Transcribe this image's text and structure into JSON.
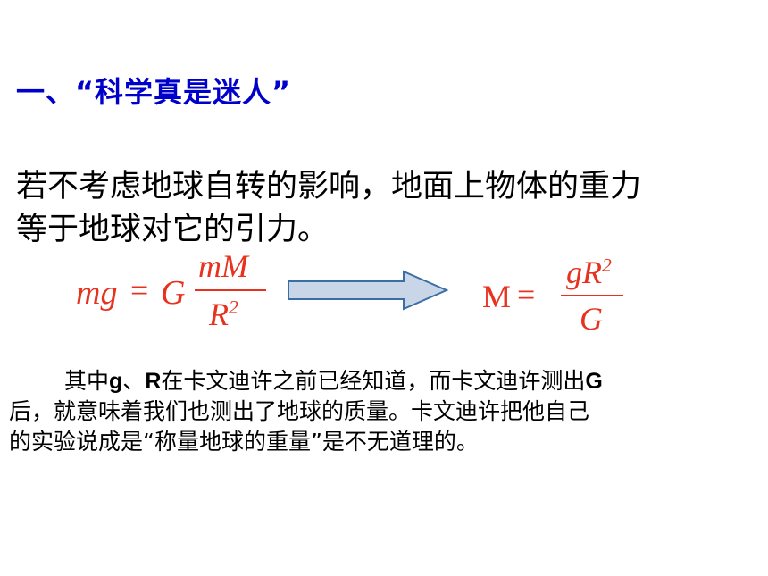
{
  "heading": "一、“科学真是迷人”",
  "intro_lines": [
    "若不考虑地球自转的影响，地面上物体的重力",
    "等于地球对它的引力。"
  ],
  "formula_left": {
    "lhs": "mg",
    "equals": "=",
    "coef": "G",
    "numerator": "mM",
    "denominator_base": "R",
    "denominator_exp": "2"
  },
  "formula_right": {
    "lhs": "M",
    "equals": "=",
    "numerator_base": "gR",
    "numerator_exp": "2",
    "denominator": "G"
  },
  "paragraph": {
    "line1_parts": [
      "其中",
      "g",
      "、",
      "R",
      "在卡文迪许之前已经知道，而卡文迪许测出",
      "G"
    ],
    "line2": "后，就意味着我们也测出了地球的质量。卡文迪许把他自己",
    "line3": "的实验说成是“称量地球的重量”是不无道理的。"
  },
  "colors": {
    "heading": "#0000cc",
    "formula": "#e6321e",
    "arrow_fill": "#c9d6e8",
    "arrow_stroke": "#3a6ea5"
  }
}
